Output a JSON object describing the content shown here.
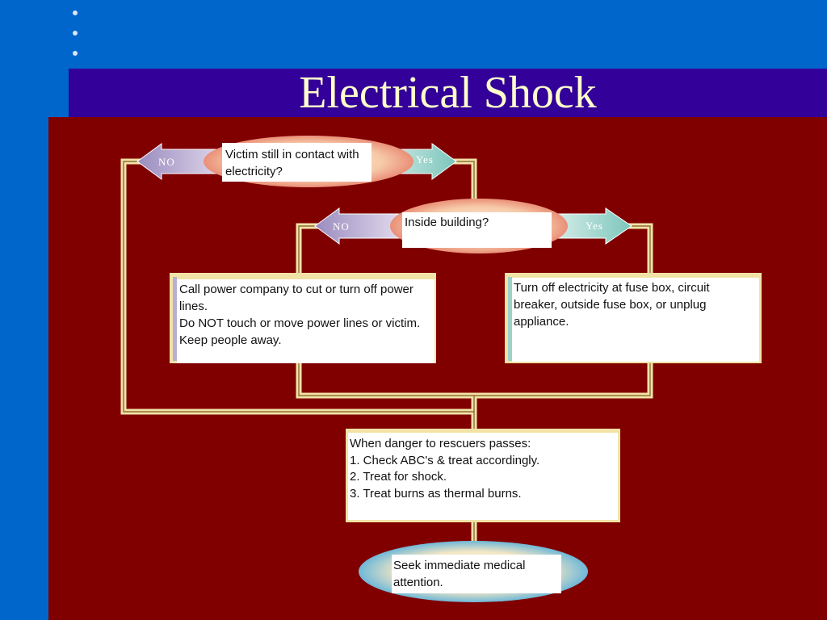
{
  "slide": {
    "title": "Electrical Shock",
    "bullets": [
      "",
      "",
      ""
    ]
  },
  "colors": {
    "page_background": "#0066cc",
    "title_band": "#330099",
    "title_text": "#ffffcc",
    "diagram_background": "#800000",
    "connector": "#f2e2a6",
    "no_arrow": "#a89cc8",
    "yes_arrow": "#8fd0c8",
    "oval_fill": "#f7d2b8",
    "final_oval_fill": "#a8d4e8"
  },
  "flowchart": {
    "q1": {
      "label_line1": "Victim still in contact with",
      "label_line2": "electricity?",
      "no": "NO",
      "yes": "Yes"
    },
    "q2": {
      "label": "Inside building?",
      "no": "NO",
      "yes": "Yes"
    },
    "outside_box": {
      "line1": "Call power company to cut or turn off power",
      "line2": "lines.",
      "line3": "Do NOT touch or move power lines or victim.",
      "line4": "Keep people away."
    },
    "inside_box": {
      "line1": "Turn off electricity at fuse box, circuit",
      "line2": "breaker, outside fuse box, or unplug",
      "line3": "appliance."
    },
    "after_box": {
      "line1": "When danger to rescuers passes:",
      "line2": "1. Check ABC's & treat accordingly.",
      "line3": "2. Treat for shock.",
      "line4": "3. Treat burns as thermal burns."
    },
    "final": {
      "line1": "Seek immediate medical",
      "line2": "attention."
    }
  }
}
